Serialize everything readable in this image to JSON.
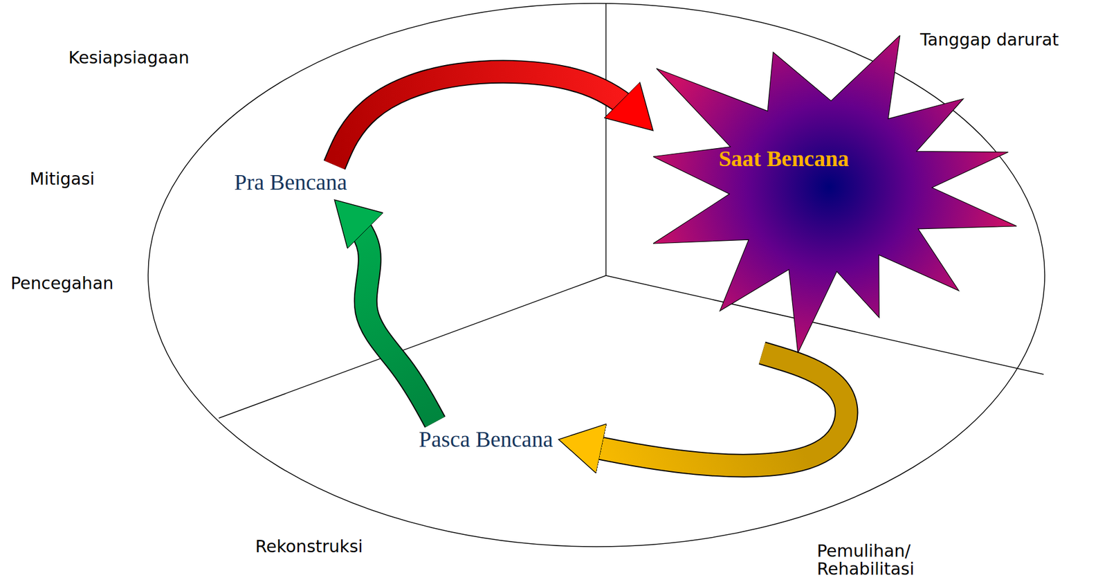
{
  "diagram": {
    "nodes": [
      {
        "text": [
          "Pra Bencana"
        ]
      },
      {
        "text": [
          "Saat Bencana"
        ]
      },
      {
        "text": [
          "Pasca Bencana"
        ]
      }
    ],
    "edges": [
      {
        "from": 0,
        "to": 1,
        "arrow": "to"
      },
      {
        "from": 1,
        "to": 2,
        "arrow": "to"
      },
      {
        "from": 2,
        "to": 0,
        "arrow": "to"
      }
    ],
    "labels": [
      "Kesiapsiagaan",
      "Tanggap darurat",
      "Mitigasi",
      "Pencegahan",
      "Rekonstruksi",
      "Pemulihan/ Rehabilitasi"
    ]
  }
}
